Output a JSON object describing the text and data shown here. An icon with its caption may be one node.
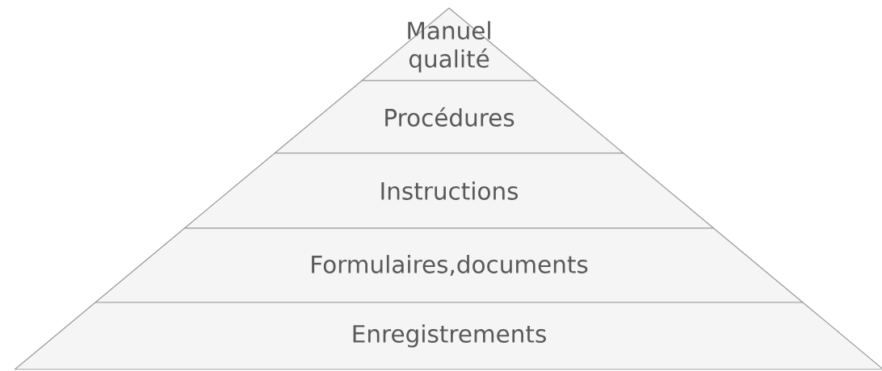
{
  "diagram": {
    "nodes": [
      {
        "text": [
          "Manuel qualité"
        ]
      },
      {
        "text": [
          "Procédures"
        ]
      },
      {
        "text": [
          "Instructions"
        ]
      },
      {
        "text": [
          "Formulaires,documents"
        ]
      },
      {
        "text": [
          "Enregistrements"
        ]
      }
    ]
  }
}
